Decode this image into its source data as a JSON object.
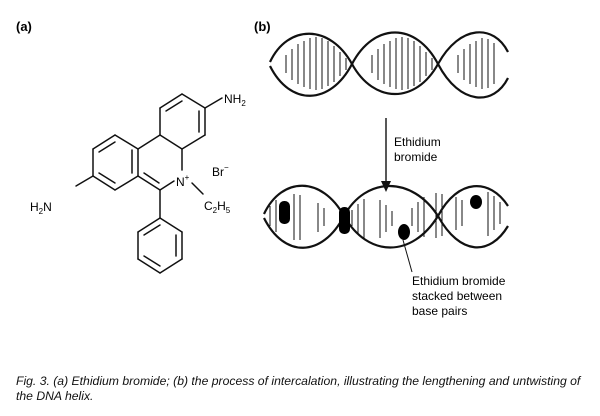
{
  "panel_a": {
    "label": "(a)",
    "amino_top": "NH",
    "amino_top_sub": "2",
    "amino_left_pre": "H",
    "amino_left_sub": "2",
    "amino_left_post": "N",
    "nitrogen": "N",
    "charge": "+",
    "ethyl_c": "C",
    "ethyl_c_sub": "2",
    "ethyl_h": "H",
    "ethyl_h_sub": "5",
    "counterion": "Br",
    "counterion_charge": "−"
  },
  "panel_b": {
    "label": "(b)",
    "arrow_label_line1": "Ethidium",
    "arrow_label_line2": "bromide",
    "annotation_line1": "Ethidium bromide",
    "annotation_line2": "stacked between",
    "annotation_line3": "base pairs"
  },
  "caption": {
    "text": "Fig. 3. (a) Ethidium bromide; (b) the process of intercalation, illustrating the lengthening and untwisting of the DNA helix."
  }
}
